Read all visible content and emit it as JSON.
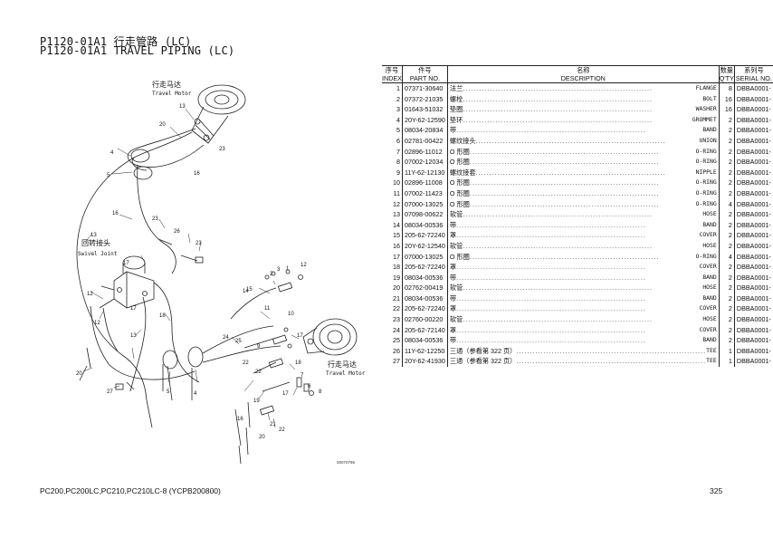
{
  "title_cn": "P1120-01A1 行走管路 (LC)",
  "title_en": "P1120-01A1 TRAVEL PIPING (LC)",
  "footer_left": "PC200,PC200LC,PC210,PC210LC-8 (YCPB200800)",
  "page_number": "325",
  "drawing_number": "00070766",
  "diagram": {
    "motor_top_cn": "行走马达",
    "motor_top_en": "Travel Motor",
    "motor_bottom_cn": "行走马达",
    "motor_bottom_en": "Travel Motor",
    "swivel_cn": "回转接头",
    "swivel_en": "Swivel Joint"
  },
  "table": {
    "headers_cn": [
      "序号",
      "件号",
      "名称",
      "数量",
      "系列号"
    ],
    "headers_en": [
      "INDEX",
      "PART NO.",
      "DESCRIPTION",
      "Q'TY",
      "SERIAL NO."
    ],
    "rows": [
      {
        "idx": "1",
        "pn": "07371-30640",
        "cn": "法兰",
        "en": "FLANGE",
        "qty": "8",
        "ser": "DBBA0001-"
      },
      {
        "idx": "2",
        "pn": "07372-21035",
        "cn": "螺栓",
        "en": "BOLT",
        "qty": "16",
        "ser": "DBBA0001-"
      },
      {
        "idx": "3",
        "pn": "01643-51032",
        "cn": "垫圈",
        "en": "WASHER",
        "qty": "16",
        "ser": "DBBA0001-"
      },
      {
        "idx": "4",
        "pn": "20Y-62-12590",
        "cn": "垫环",
        "en": "GROMMET",
        "qty": "2",
        "ser": "DBBA0001-"
      },
      {
        "idx": "5",
        "pn": "08034-20834",
        "cn": "带",
        "en": "BAND",
        "qty": "2",
        "ser": "DBBA0001-"
      },
      {
        "idx": "6",
        "pn": "02781-00422",
        "cn": "螺纹接头",
        "en": "UNION",
        "qty": "2",
        "ser": "DBBA0001-"
      },
      {
        "idx": "7",
        "pn": "02896-11012",
        "cn": "O 形圈",
        "en": "O-RING",
        "qty": "2",
        "ser": "DBBA0001-"
      },
      {
        "idx": "8",
        "pn": "07002-12034",
        "cn": "O 形圈",
        "en": "O-RING",
        "qty": "2",
        "ser": "DBBA0001-"
      },
      {
        "idx": "9",
        "pn": "11Y-62-12130",
        "cn": "螺纹接套",
        "en": "NIPPLE",
        "qty": "2",
        "ser": "DBBA0001-"
      },
      {
        "idx": "10",
        "pn": "02896-11008",
        "cn": "O 形圈",
        "en": "O-RING",
        "qty": "2",
        "ser": "DBBA0001-"
      },
      {
        "idx": "11",
        "pn": "07002-11423",
        "cn": "O 形圈",
        "en": "O-RING",
        "qty": "2",
        "ser": "DBBA0001-"
      },
      {
        "idx": "12",
        "pn": "07000-13025",
        "cn": "O 形圈",
        "en": "O-RING",
        "qty": "4",
        "ser": "DBBA0001-"
      },
      {
        "idx": "13",
        "pn": "07098-00622",
        "cn": "软管",
        "en": "HOSE",
        "qty": "2",
        "ser": "DBBA0001-"
      },
      {
        "idx": "14",
        "pn": "08034-00536",
        "cn": "带",
        "en": "BAND",
        "qty": "2",
        "ser": "DBBA0001-"
      },
      {
        "idx": "15",
        "pn": "205-62-72240",
        "cn": "罩",
        "en": "COVER",
        "qty": "2",
        "ser": "DBBA0001-"
      },
      {
        "idx": "16",
        "pn": "20Y-62-12540",
        "cn": "软管",
        "en": "HOSE",
        "qty": "2",
        "ser": "DBBA0001-"
      },
      {
        "idx": "17",
        "pn": "07000-13025",
        "cn": "O 形圈",
        "en": "O-RING",
        "qty": "4",
        "ser": "DBBA0001-"
      },
      {
        "idx": "18",
        "pn": "205-62-72240",
        "cn": "罩",
        "en": "COVER",
        "qty": "2",
        "ser": "DBBA0001-"
      },
      {
        "idx": "19",
        "pn": "08034-00536",
        "cn": "带",
        "en": "BAND",
        "qty": "2",
        "ser": "DBBA0001-"
      },
      {
        "idx": "20",
        "pn": "02762-00419",
        "cn": "软管",
        "en": "HOSE",
        "qty": "2",
        "ser": "DBBA0001-"
      },
      {
        "idx": "21",
        "pn": "08034-00536",
        "cn": "带",
        "en": "BAND",
        "qty": "2",
        "ser": "DBBA0001-"
      },
      {
        "idx": "22",
        "pn": "205-62-72240",
        "cn": "罩",
        "en": "COVER",
        "qty": "2",
        "ser": "DBBA0001-"
      },
      {
        "idx": "23",
        "pn": "02760-00220",
        "cn": "软管",
        "en": "HOSE",
        "qty": "2",
        "ser": "DBBA0001-"
      },
      {
        "idx": "24",
        "pn": "205-62-72140",
        "cn": "罩",
        "en": "COVER",
        "qty": "2",
        "ser": "DBBA0001-"
      },
      {
        "idx": "25",
        "pn": "08034-00536",
        "cn": "带",
        "en": "BAND",
        "qty": "2",
        "ser": "DBBA0001-"
      },
      {
        "idx": "26",
        "pn": "11Y-62-12250",
        "cn": "三通（参看第 322 页）",
        "en": "TEE",
        "qty": "1",
        "ser": "DBBA0001-"
      },
      {
        "idx": "27",
        "pn": "20Y-62-41930",
        "cn": "三通（参看第 322 页）",
        "en": "TEE",
        "qty": "1",
        "ser": "DBBA0001-"
      }
    ]
  }
}
